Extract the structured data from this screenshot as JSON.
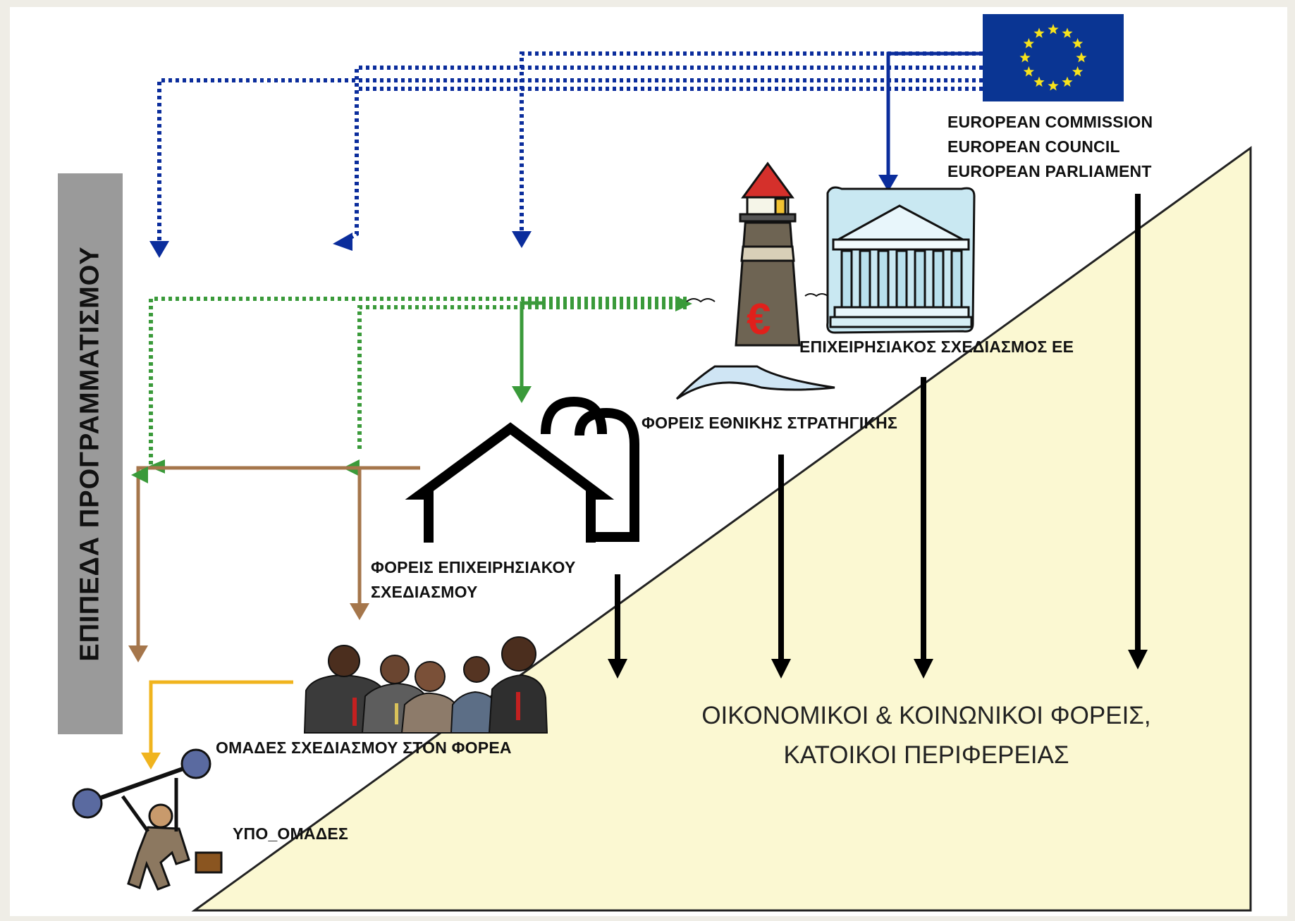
{
  "side_title": "ΕΠΙΠΕΔΑ ΠΡΟΓΡΑΜΜΑΤΙΣΜΟΥ",
  "eu": {
    "commission": "EUROPEAN COMMISSION",
    "council": "EUROPEAN COUNCIL",
    "parliament": "EUROPEAN PARLIAMENT"
  },
  "labels": {
    "business_planning_eu": "ΕΠΙΧΕΙΡΗΣΙΑΚΟΣ ΣΧΕΔΙΑΣΜΟΣ ΕΕ",
    "national_strategy": "ΦΟΡΕΙΣ ΕΘΝΙΚΗΣ ΣΤΡΑΤΗΓΙΚΗΣ",
    "operational_planning_line1": "ΦΟΡΕΙΣ ΕΠΙΧΕΙΡΗΣΙΑΚΟΥ",
    "operational_planning_line2": "ΣΧΕΔΙΑΣΜΟΥ",
    "planning_teams": "ΟΜΑΔΕΣ ΣΧΕΔΙΑΣΜΟΥ ΣΤΟΝ ΦΟΡΕΑ",
    "subgroups": "ΥΠΟ_ΟΜΑΔΕΣ"
  },
  "stakeholders": {
    "line1": "ΟΙΚΟΝΟΜΙΚΟΙ & ΚΟΙΝΩΝΙΚΟΙ ΦΟΡΕΙΣ,",
    "line2": "ΚΑΤΟΙΚΟΙ ΠΕΡΙΦΕΡΕΙΑΣ"
  },
  "icons": {
    "euro_symbol": "€",
    "eu_flag": "eu-flag-icon",
    "parliament": "parliament-building-icon",
    "lighthouse": "lighthouse-icon",
    "house": "house-outline-icon",
    "group": "business-group-icon",
    "lifter": "weightlifter-icon"
  },
  "colors": {
    "eu_blue": "#0b2d9c",
    "eu_flag": "#0a3593",
    "eu_star": "#f7e31c",
    "green": "#3a9a3a",
    "brown": "#a5764b",
    "yellow": "#f0b41e",
    "triangle": "#fbf8d2",
    "side_bar": "#9a9a9a"
  }
}
